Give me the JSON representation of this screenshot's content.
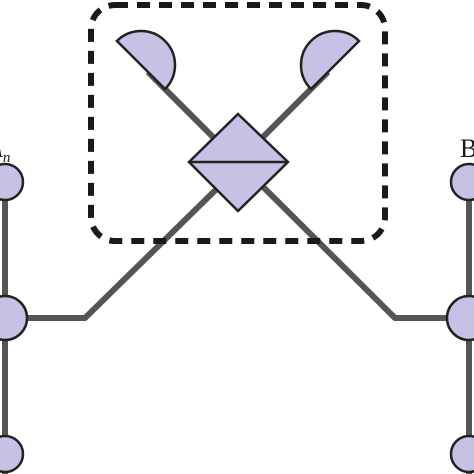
{
  "labels": {
    "left_node": "A",
    "left_node_sub": "n",
    "right_node": "B"
  },
  "colors": {
    "node_fill": "#c8c1e6",
    "stroke": "#222222",
    "line": "#555555",
    "dash_box": "#1a1a1a"
  }
}
